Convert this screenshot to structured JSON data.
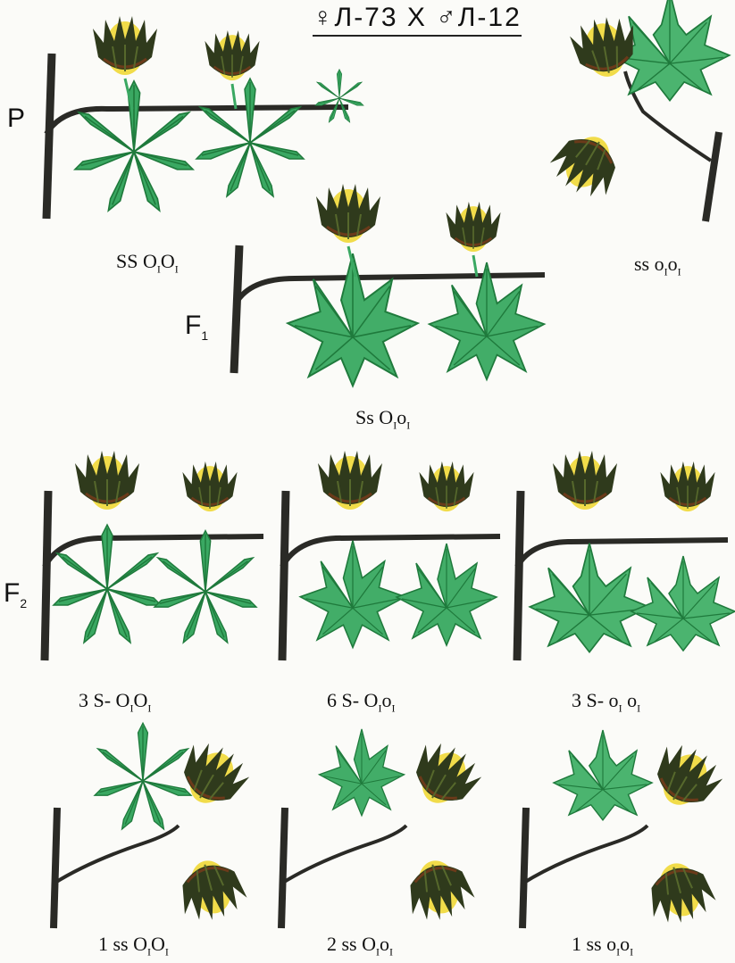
{
  "title": "♀Л-73 X ♂Л-12",
  "generations": {
    "p": "P",
    "f1": {
      "letter": "F",
      "index": "1"
    },
    "f2": {
      "letter": "F",
      "index": "2"
    }
  },
  "genotypes": {
    "parent_female": {
      "prefix": "SS O",
      "sub1": "I",
      "mid": "O",
      "sub2": "I"
    },
    "parent_male": {
      "prefix": "ss o",
      "sub1": "I",
      "mid": "o",
      "sub2": "I"
    },
    "f1": {
      "prefix": "Ss O",
      "sub1": "I",
      "mid": "o",
      "sub2": "I"
    },
    "f2_row1": [
      {
        "prefix": "3 S- O",
        "sub1": "I",
        "mid": "O",
        "sub2": "I"
      },
      {
        "prefix": "6 S- O",
        "sub1": "I",
        "mid": "o",
        "sub2": "I"
      },
      {
        "prefix": "3  S- o",
        "sub1": "I",
        "mid": " o",
        "sub2": "I"
      }
    ],
    "f2_row2": [
      {
        "prefix": "1 ss O",
        "sub1": "I",
        "mid": "O",
        "sub2": "I"
      },
      {
        "prefix": "2 ss O",
        "sub1": "I",
        "mid": "o",
        "sub2": "I"
      },
      {
        "prefix": "1 ss o",
        "sub1": "I",
        "mid": "o",
        "sub2": "I"
      }
    ]
  },
  "colors": {
    "stem": "#2a2a26",
    "leaf": "#3aa862",
    "leaf_dark": "#1f7a3c",
    "leaf_light": "#8fd6a0",
    "boll_yellow": "#f1dc4a",
    "boll_dark": "#2f3a1c",
    "boll_brown": "#6b3a1a"
  }
}
